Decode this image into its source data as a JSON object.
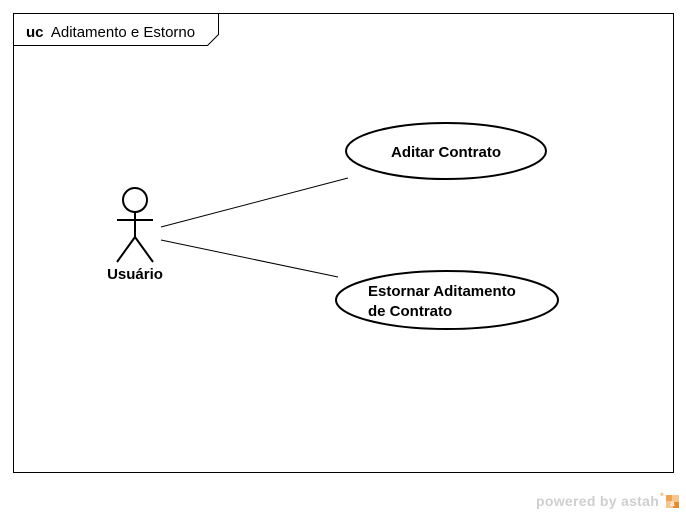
{
  "frame": {
    "keyword": "uc",
    "name": "Aditamento e Estorno"
  },
  "actor": {
    "name": "Usuário"
  },
  "use_cases": [
    {
      "lines": [
        "Aditar Contrato"
      ]
    },
    {
      "lines": [
        "Estornar Aditamento",
        "de Contrato"
      ]
    }
  ],
  "watermark": {
    "text": "powered by astah",
    "mark": "*"
  },
  "colors": {
    "stroke": "#000000",
    "background": "#ffffff",
    "watermark": "#cfcfcf",
    "watermark_accent": "#f2b26b"
  }
}
